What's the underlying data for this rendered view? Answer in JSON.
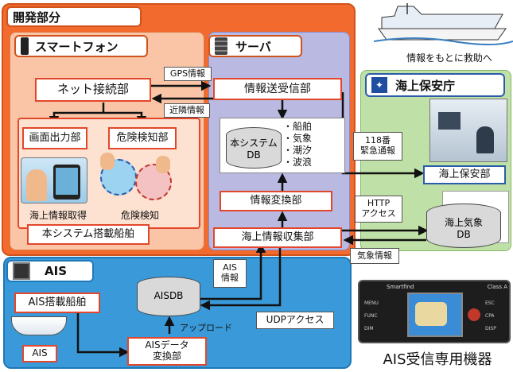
{
  "sections": {
    "development": "開発部分",
    "smartphone": "スマートフォン",
    "server": "サーバ",
    "coast_guard": "海上保安庁",
    "ais": "AIS"
  },
  "smartphone": {
    "net": "ネット接続部",
    "screen_out": "画面出力部",
    "danger_detect_unit": "危険検知部",
    "marine_info_get": "海上情報取得",
    "danger_detect": "危険検知",
    "onboard_ship": "本システム搭載船舶"
  },
  "server": {
    "transceiver": "情報送受信部",
    "db_line1": "本システム",
    "db_line2": "DB",
    "db_items": [
      "・船舶",
      "・気象",
      "・潮汐",
      "・波浪"
    ],
    "converter": "情報変換部",
    "collector": "海上情報収集部"
  },
  "arrows": {
    "gps": "GPS情報",
    "neighbor": "近隣情報",
    "emergency_line1": "118番",
    "emergency_line2": "緊急通報",
    "http_line1": "HTTP",
    "http_line2": "アクセス",
    "weather_info": "気象情報",
    "ais_info_line1": "AIS",
    "ais_info_line2": "情報",
    "udp": "UDPアクセス",
    "upload": "アップロード"
  },
  "coast_guard": {
    "rescue_caption": "情報をもとに救助へ",
    "office": "海上保安部",
    "weather_db_line1": "海上気象",
    "weather_db_line2": "DB"
  },
  "ais": {
    "equipped_ship": "AIS搭載船舶",
    "aisdb": "AISDB",
    "data_conv_line1": "AISデータ",
    "data_conv_line2": "変換部",
    "ais_label": "AIS"
  },
  "device": {
    "caption": "AIS受信専用機器",
    "brand": "Smartfind",
    "class_label": "Class A",
    "buttons_left": [
      "MENU",
      "FUNC",
      "DIM"
    ],
    "buttons_right": [
      "ESC",
      "CPA",
      "DISP"
    ]
  },
  "colors": {
    "dev_orange": "#f26a2e",
    "server_purple": "#b9b9e2",
    "ais_blue": "#3a9ad9",
    "jcg_green": "#bfe0a6",
    "box_border_red": "#e3472b"
  }
}
